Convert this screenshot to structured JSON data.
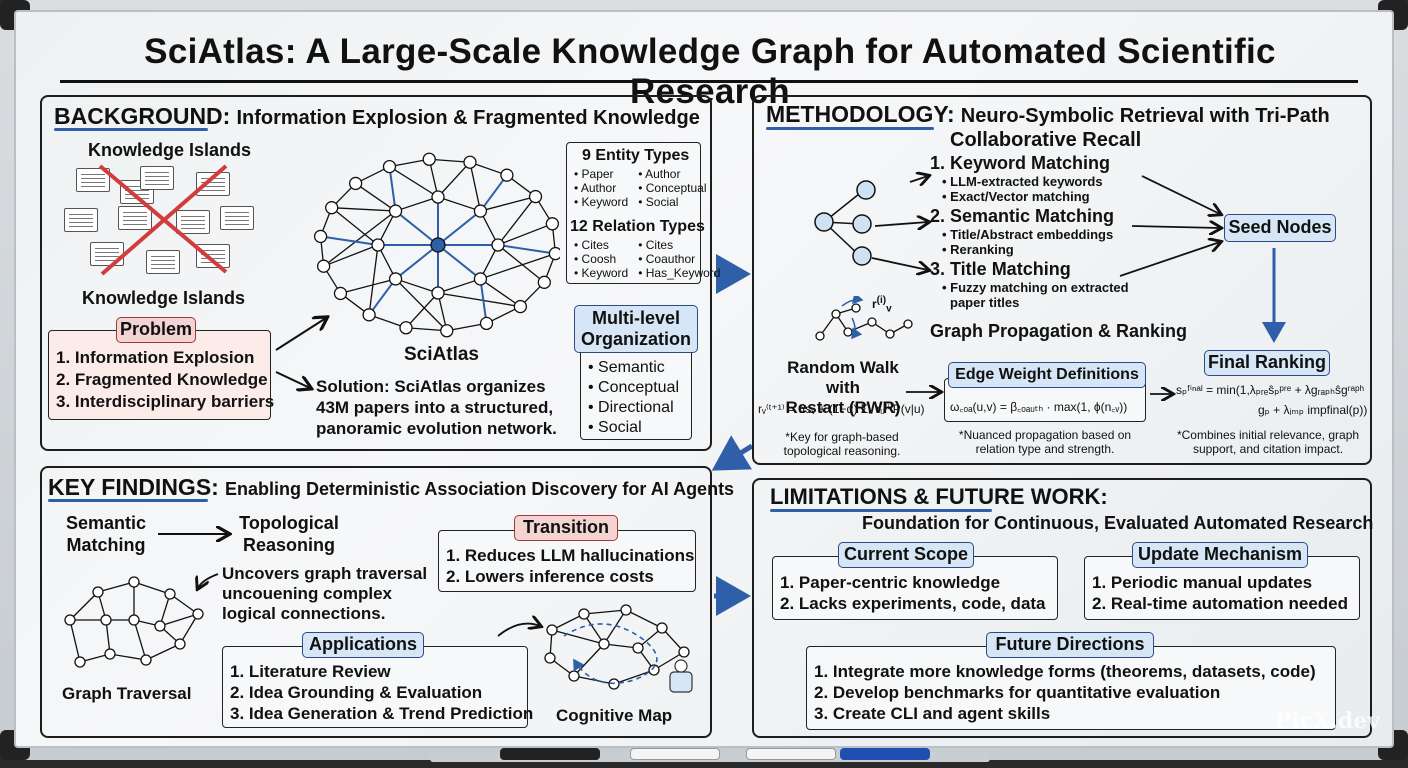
{
  "title": "SciAtlas: A Large-Scale Knowledge Graph for Automated Scientific Research",
  "background": {
    "heading": "BACKGROUND:",
    "subheading": "Information Explosion & Fragmented Knowledge",
    "islands_top": "Knowledge Islands",
    "islands_bottom": "Knowledge Islands",
    "problem_label": "Problem",
    "problems": [
      "1. Information Explosion",
      "2. Fragmented Knowledge",
      "3. Interdisciplinary barriers"
    ],
    "graph_label": "SciAtlas",
    "solution": [
      "Solution: SciAtlas organizes",
      "43M papers into a structured,",
      "panoramic evolution network."
    ],
    "entity_title": "9 Entity Types",
    "entity_types": [
      "• Paper",
      "• Author",
      "• Author",
      "• Conceptual",
      "• Keyword",
      "• Social"
    ],
    "relation_title": "12 Relation Types",
    "relation_types": [
      "• Cites",
      "• Cites",
      "• Coosh",
      "• Coauthor",
      "• Keyword",
      "• Has_Keyword"
    ],
    "multilevel_title": [
      "Multi-level",
      "Organization"
    ],
    "multilevel_items": [
      "• Semantic",
      "• Conceptual",
      "• Directional",
      "• Social"
    ]
  },
  "methodology": {
    "heading": "METHODOLOGY:",
    "subheading_1": "Neuro-Symbolic Retrieval with Tri-Path",
    "subheading_2": "Collaborative Recall",
    "paths": [
      {
        "title": "1. Keyword Matching",
        "details": [
          "• LLM-extracted keywords",
          "• Exact/Vector matching"
        ]
      },
      {
        "title": "2. Semantic Matching",
        "details": [
          "• Title/Abstract embeddings",
          "• Reranking"
        ]
      },
      {
        "title": "3. Title Matching",
        "details": [
          "• Fuzzy matching on extracted",
          "paper titles"
        ]
      }
    ],
    "seed_nodes": "Seed Nodes",
    "propagation": "Graph Propagation & Ranking",
    "rv_label": "r",
    "rv_sup": "(i)",
    "rv_sub": "v",
    "rwr_title": [
      "Random Walk with",
      "Restart (RWR)"
    ],
    "rwr_formula": "rᵥ⁽ᵗ⁺¹⁾ = αsᵥ + (1−α) Σᵤ rᵤ⁽ⁱ⁾P(v|u)",
    "rwr_note": [
      "*Key for graph-based",
      "topological reasoning."
    ],
    "edge_title": "Edge Weight Definitions",
    "edge_formula": "ω꜀ₒₐ(u,v) = β꜀ₒₐᵤₜₕ · max(1, ϕ(n꜀ᵥ))",
    "edge_note": [
      "*Nuanced propagation based on",
      "relation type and strength."
    ],
    "final_title": "Final Ranking",
    "final_formula_1": "sₚᶠⁱⁿᵃˡ = min(1,λₚᵣₑŝₚᵖʳᵉ + λgᵣₐₚₕŝgʳᵃᵖʰ",
    "final_formula_2": "gₚ + λᵢₘₚ impfinal(p))",
    "final_note": [
      "*Combines initial relevance, graph",
      "support, and citation impact."
    ]
  },
  "findings": {
    "heading": "KEY FINDINGS:",
    "subheading": "Enabling Deterministic Association Discovery for AI Agents",
    "semantic": [
      "Semantic",
      "Matching"
    ],
    "topological": [
      "Topological",
      "Reasoning"
    ],
    "uncovers": [
      "Uncovers graph traversal",
      "uncouening complex",
      "logical connections."
    ],
    "graph_traversal": "Graph Traversal",
    "transition_label": "Transition",
    "transitions": [
      "1. Reduces LLM hallucinations",
      "2. Lowers inference costs"
    ],
    "applications_label": "Applications",
    "applications": [
      "1. Literature Review",
      "2. Idea Grounding & Evaluation",
      "3. Idea Generation & Trend Prediction"
    ],
    "cognitive_map": "Cognitive Map"
  },
  "limitations": {
    "heading": "LIMITATIONS & FUTURE WORK:",
    "subheading": "Foundation for Continuous, Evaluated Automated Research",
    "scope_label": "Current Scope",
    "scope": [
      "1. Paper-centric knowledge",
      "2. Lacks experiments, code, data"
    ],
    "update_label": "Update Mechanism",
    "update": [
      "1. Periodic manual updates",
      "2. Real-time automation needed"
    ],
    "future_label": "Future Directions",
    "future": [
      "1. Integrate more knowledge forms (theorems, datasets, code)",
      "2. Develop benchmarks for quantitative evaluation",
      "3. Create CLI and agent skills"
    ]
  },
  "watermark": "PicX.dev",
  "colors": {
    "accent_blue": "#2e5fa8",
    "pill_blue": "#d6e6f6",
    "pill_red": "#f3d4d2",
    "cross_red": "#d23c3c"
  }
}
